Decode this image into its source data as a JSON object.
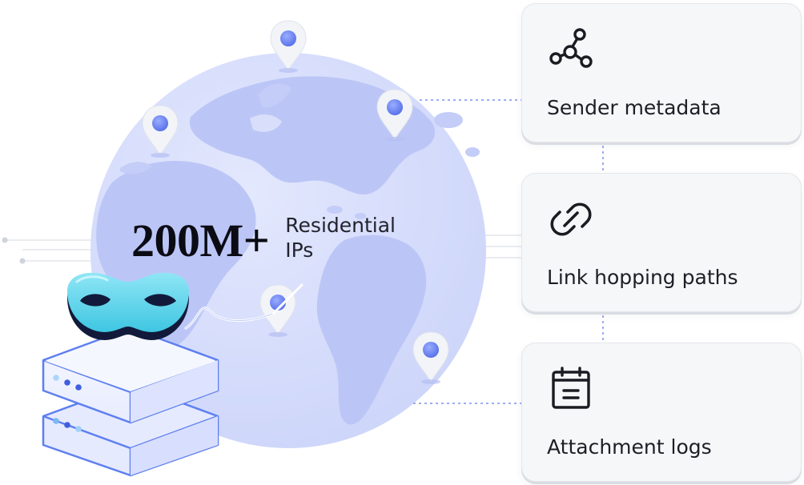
{
  "headline": {
    "number": "200M+",
    "caption_line_1": "Residential",
    "caption_line_2": "IPs"
  },
  "cards": [
    {
      "label": "Sender metadata",
      "icon": "network-nodes-icon"
    },
    {
      "label": "Link hopping paths",
      "icon": "link-chain-icon"
    },
    {
      "label": "Attachment logs",
      "icon": "calendar-log-icon"
    }
  ],
  "colors": {
    "globe": "#d6dcfb",
    "continents": "#bfc8f6",
    "pin_dot": "#6a84f2",
    "mask": "#4fd4ec",
    "server_outline": "#5d7ff0",
    "connector": "#7c91f3",
    "text": "#0b0b14"
  }
}
